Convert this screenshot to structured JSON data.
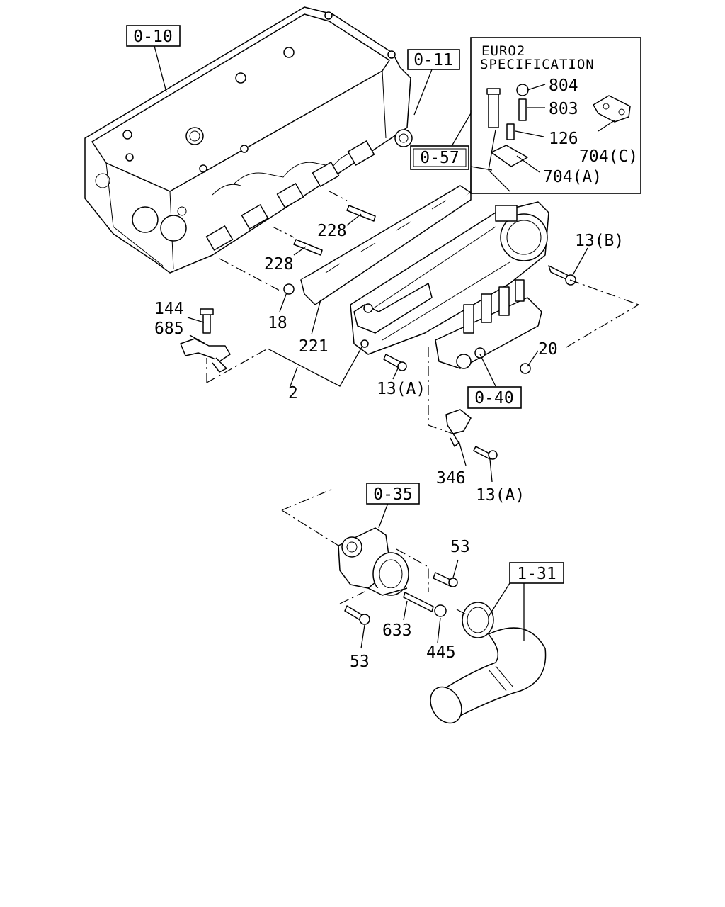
{
  "diagram": {
    "ref_boxes": [
      {
        "id": "ref-0-10",
        "text": "0-10"
      },
      {
        "id": "ref-0-11",
        "text": "0-11"
      },
      {
        "id": "ref-0-57",
        "text": "0-57"
      },
      {
        "id": "ref-0-40",
        "text": "0-40"
      },
      {
        "id": "ref-0-35",
        "text": "0-35"
      },
      {
        "id": "ref-1-31",
        "text": "1-31"
      }
    ],
    "inset": {
      "title_line1": "EURO2",
      "title_line2": "SPECIFICATION",
      "labels": {
        "p804": "804",
        "p803": "803",
        "p126": "126",
        "p704c": "704(C)",
        "p704a": "704(A)"
      }
    },
    "part_labels": {
      "p228a": "228",
      "p228b": "228",
      "p13b": "13(B)",
      "p144": "144",
      "p685": "685",
      "p18": "18",
      "p221": "221",
      "p2": "2",
      "p13a_1": "13(A)",
      "p20": "20",
      "p346": "346",
      "p13a_2": "13(A)",
      "p53a": "53",
      "p633": "633",
      "p445": "445",
      "p53b": "53"
    }
  }
}
